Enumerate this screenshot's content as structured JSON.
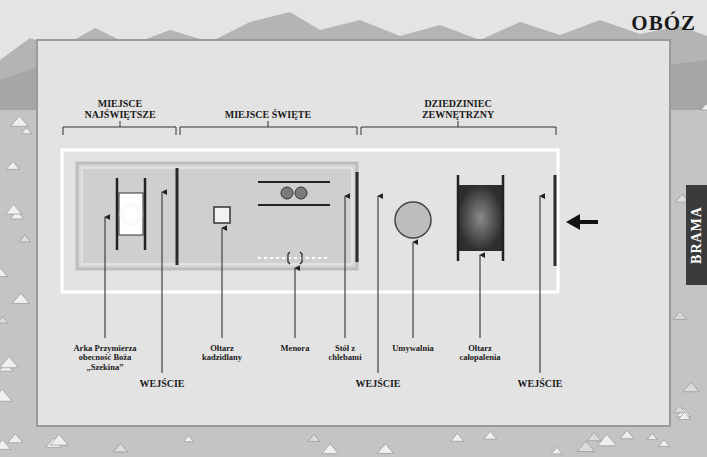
{
  "diagram": {
    "title": "OBÓZ",
    "nodes": [
      {
        "text": [
          "BRAMA"
        ]
      }
    ],
    "labels": [
      "MIEJSCE NAJŚWIĘTSZE",
      "MIEJSCE ŚWIĘTE",
      "DZIEDZINIEC ZEWNĘTRZNY",
      "Arka Przymierza obecność Boża „Szekina”",
      "Ołtarz kadzidlany",
      "Menora",
      "Stół z chlebami",
      "Umywalnia",
      "Ołtarz całopalenia",
      "WEJŚCIE",
      "WEJŚCIE",
      "WEJŚCIE"
    ]
  }
}
